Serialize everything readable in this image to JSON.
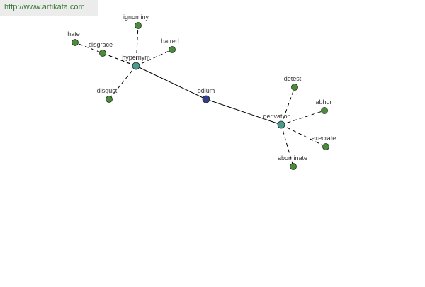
{
  "watermark": {
    "text": "http://www.artikata.com"
  },
  "graph": {
    "center": "odium",
    "colors": {
      "center_node": "#333f8a",
      "relation_node": "#4b9a8f",
      "leaf_node": "#4a8c3a",
      "edge": "#000000",
      "label": "#333333"
    },
    "nodes": [
      {
        "id": "odium",
        "label": "odium",
        "kind": "center"
      },
      {
        "id": "hypernym",
        "label": "hypernym",
        "kind": "relation"
      },
      {
        "id": "derivation",
        "label": "derivation",
        "kind": "relation"
      },
      {
        "id": "hate",
        "label": "hate",
        "kind": "leaf"
      },
      {
        "id": "disgrace",
        "label": "disgrace",
        "kind": "leaf"
      },
      {
        "id": "ignominy",
        "label": "ignominy",
        "kind": "leaf"
      },
      {
        "id": "hatred",
        "label": "hatred",
        "kind": "leaf"
      },
      {
        "id": "disgust",
        "label": "disgust",
        "kind": "leaf"
      },
      {
        "id": "detest",
        "label": "detest",
        "kind": "leaf"
      },
      {
        "id": "abhor",
        "label": "abhor",
        "kind": "leaf"
      },
      {
        "id": "execrate",
        "label": "execrate",
        "kind": "leaf"
      },
      {
        "id": "abominate",
        "label": "abominate",
        "kind": "leaf"
      }
    ],
    "edges": [
      {
        "from": "odium",
        "to": "hypernym",
        "style": "solid"
      },
      {
        "from": "odium",
        "to": "derivation",
        "style": "solid"
      },
      {
        "from": "hypernym",
        "to": "hate",
        "style": "dashed"
      },
      {
        "from": "hypernym",
        "to": "disgrace",
        "style": "dashed"
      },
      {
        "from": "hypernym",
        "to": "ignominy",
        "style": "dashed"
      },
      {
        "from": "hypernym",
        "to": "hatred",
        "style": "dashed"
      },
      {
        "from": "hypernym",
        "to": "disgust",
        "style": "dashed"
      },
      {
        "from": "derivation",
        "to": "detest",
        "style": "dashed"
      },
      {
        "from": "derivation",
        "to": "abhor",
        "style": "dashed"
      },
      {
        "from": "derivation",
        "to": "execrate",
        "style": "dashed"
      },
      {
        "from": "derivation",
        "to": "abominate",
        "style": "dashed"
      }
    ]
  }
}
